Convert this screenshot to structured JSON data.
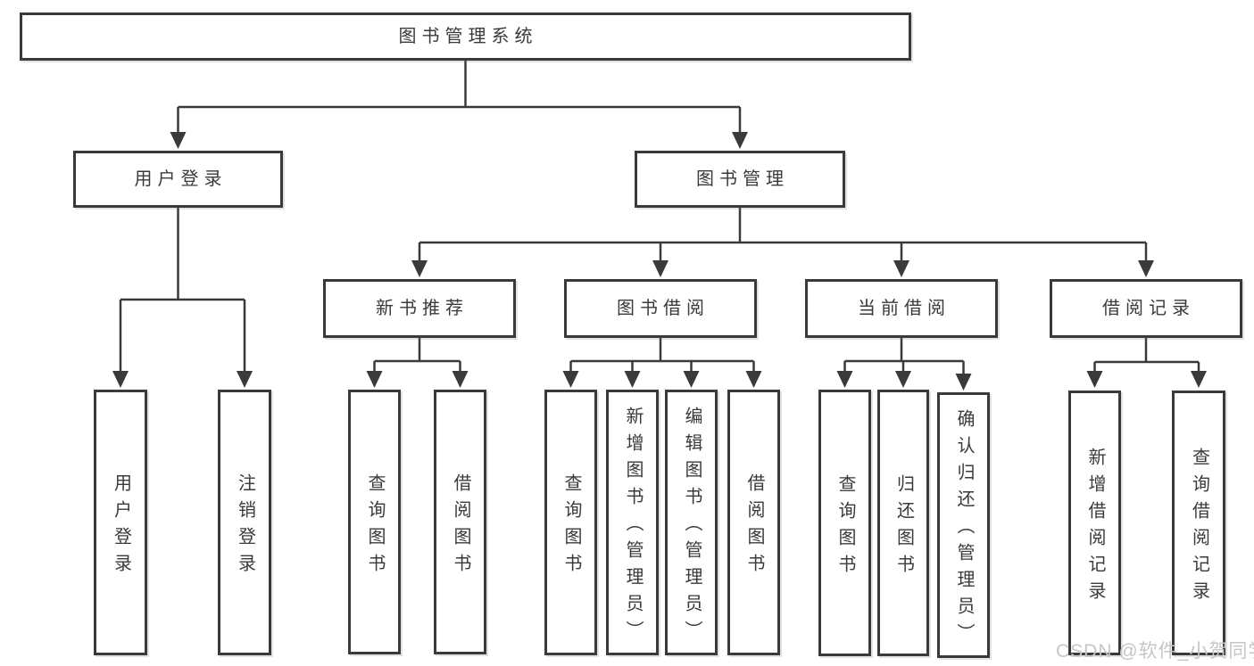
{
  "title": {
    "label": "图书管理系统"
  },
  "level2": {
    "user_login": "用户登录",
    "book_management": "图书管理"
  },
  "level3": {
    "new_book_recommend": "新书推荐",
    "book_borrow": "图书借阅",
    "current_borrow": "当前借阅",
    "borrow_records": "借阅记录"
  },
  "leaves": {
    "login": [
      "用户登录",
      "注销登录"
    ],
    "new_book_recommend": [
      "查询图书",
      "借阅图书"
    ],
    "book_borrow": [
      "查询图书",
      "新增图书（管理员）",
      "编辑图书（管理员）",
      "借阅图书"
    ],
    "current_borrow": [
      "查询图书",
      "归还图书",
      "确认归还（管理员）"
    ],
    "borrow_records": [
      "新增借阅记录",
      "查询借阅记录"
    ]
  },
  "watermark": {
    "label": "CSDN @软件_小贺同学"
  },
  "colors": {
    "line": "#3a3a3a",
    "border": "#3a3a3a",
    "fill": "#ffffff",
    "text": "#3a3a3a",
    "watermark": "#c6c6c6",
    "background": "#ffffff"
  }
}
